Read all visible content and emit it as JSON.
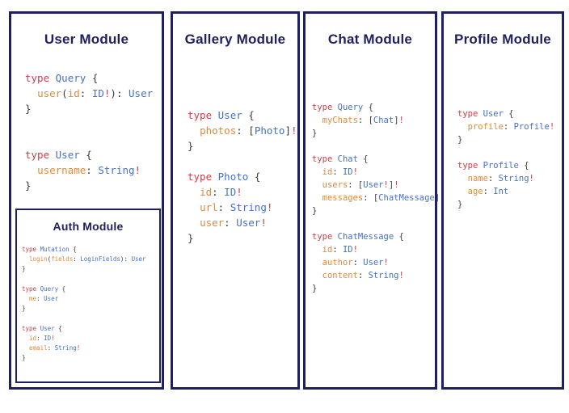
{
  "diagram": {
    "type": "graphql-schema-modules",
    "background_color": "#ffffff",
    "border_color": "#1f2060",
    "title_color": "#1f2060",
    "syntax_colors": {
      "keyword": "#c9414a",
      "type": "#4472c4",
      "field": "#e08a3c",
      "punctuation": "#3c3c3c",
      "non_null": "#c9414a"
    }
  },
  "modules": [
    {
      "id": "user",
      "title": "User Module",
      "code": "type Query {\n  user(id: ID!): User\n}\n\n\ntype User {\n  username: String!\n}",
      "sub_module": {
        "id": "auth",
        "title": "Auth Module",
        "code": "type Mutation {\n  login(fields: LoginFields): User\n}\n\ntype Query {\n  me: User\n}\n\ntype User {\n  id: ID!\n  email: String!\n}"
      }
    },
    {
      "id": "gallery",
      "title": "Gallery Module",
      "code": "type User {\n  photos: [Photo]!\n}\n\ntype Photo {\n  id: ID!\n  url: String!\n  user: User!\n}"
    },
    {
      "id": "chat",
      "title": "Chat Module",
      "code": "type Query {\n  myChats: [Chat]!\n}\n\ntype Chat {\n  id: ID!\n  users: [User!]!\n  messages: [ChatMessage]!\n}\n\ntype ChatMessage {\n  id: ID!\n  author: User!\n  content: String!\n}"
    },
    {
      "id": "profile",
      "title": "Profile Module",
      "code": "type User {\n  profile: Profile!\n}\n\ntype Profile {\n  name: String!\n  age: Int\n}"
    }
  ]
}
